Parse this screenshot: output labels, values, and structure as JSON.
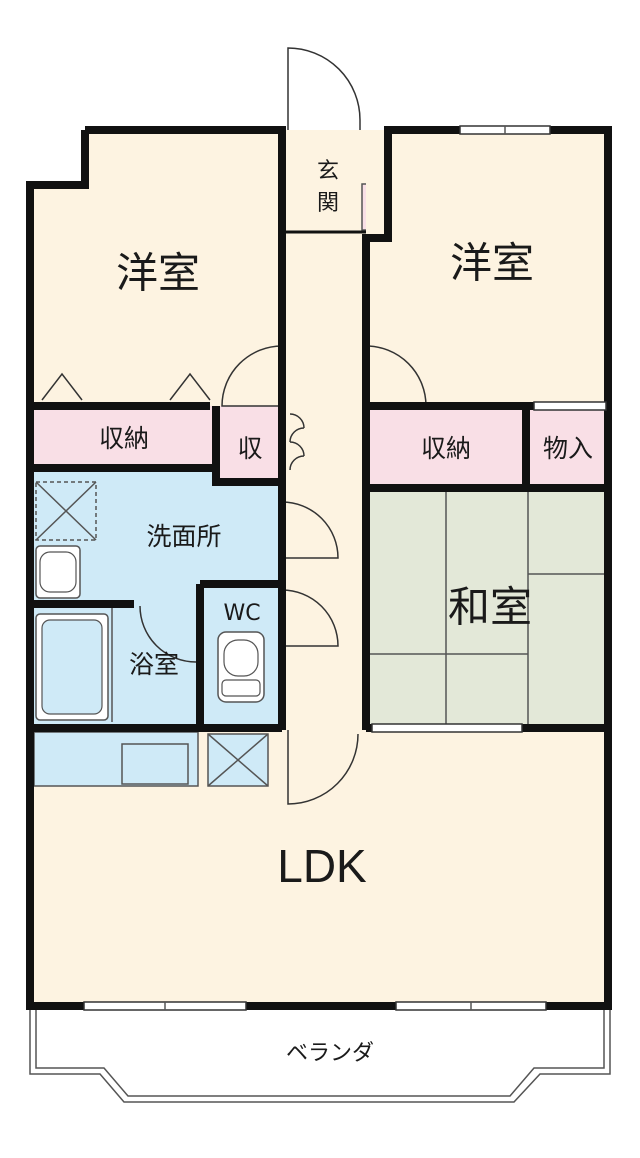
{
  "rooms": {
    "western_left": "洋室",
    "western_right": "洋室",
    "entrance": "玄\n関",
    "entrance_line1": "玄",
    "entrance_line2": "関",
    "storage_left": "収納",
    "storage_small": "収",
    "storage_right": "収納",
    "closet": "物入",
    "washroom": "洗面所",
    "bath": "浴室",
    "wc": "WC",
    "japanese": "和室",
    "ldk": "LDK",
    "veranda": "ベランダ"
  },
  "colors": {
    "floor": "#fdf3e1",
    "storage": "#f9dfe6",
    "wet_area": "#cfeaf7",
    "tatami": "#e3e8d8",
    "wall": "#111111"
  }
}
